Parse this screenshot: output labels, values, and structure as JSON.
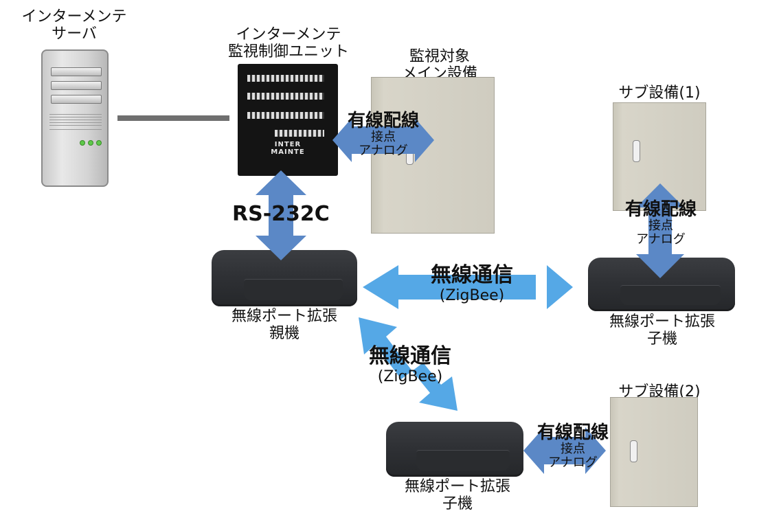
{
  "diagram": {
    "server": {
      "label_lines": [
        "インターメンテ",
        "サーバ"
      ]
    },
    "control_unit": {
      "label_lines": [
        "インターメンテ",
        "監視制御ユニット"
      ],
      "logo_lines": [
        "INTER",
        "MAINTE"
      ]
    },
    "main_equipment": {
      "label_lines": [
        "監視対象",
        "メイン設備"
      ]
    },
    "sub_equipment_1": {
      "label": "サブ設備(1)"
    },
    "sub_equipment_2": {
      "label": "サブ設備(2)"
    },
    "parent_unit": {
      "label_lines": [
        "無線ポート拡張",
        "親機"
      ]
    },
    "child_unit_1": {
      "label_lines": [
        "無線ポート拡張",
        "子機"
      ]
    },
    "child_unit_2": {
      "label_lines": [
        "無線ポート拡張",
        "子機"
      ]
    },
    "connections": {
      "rs232c": {
        "label": "RS-232C"
      },
      "wired_main": {
        "title": "有線配線",
        "lines": [
          "接点",
          "アナログ"
        ]
      },
      "wired_sub1": {
        "title": "有線配線",
        "lines": [
          "接点",
          "アナログ"
        ]
      },
      "wired_sub2": {
        "title": "有線配線",
        "lines": [
          "接点",
          "アナログ"
        ]
      },
      "wireless_1": {
        "title": "無線通信",
        "subtitle": "(ZigBee)"
      },
      "wireless_2": {
        "title": "無線通信",
        "subtitle": "(ZigBee)"
      }
    },
    "colors": {
      "wired_arrow": "#5b88c6",
      "wireless_arrow": "#55a8e6",
      "link_line": "#6f6f6f"
    }
  }
}
